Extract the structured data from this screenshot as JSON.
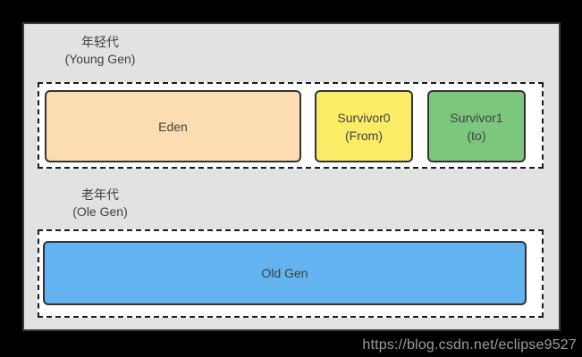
{
  "young_gen": {
    "title_line1": "年轻代",
    "title_line2": "(Young Gen)",
    "eden": {
      "label": "Eden"
    },
    "survivor0": {
      "line1": "Survivor0",
      "line2": "(From)"
    },
    "survivor1": {
      "line1": "Survivor1",
      "line2": "(to)"
    }
  },
  "old_gen": {
    "title_line1": "老年代",
    "title_line2": "(Ole Gen)",
    "box": {
      "label": "Old Gen"
    }
  },
  "watermark": {
    "text": "https://blog.csdn.net/eclipse9527"
  },
  "colors": {
    "background": "#000000",
    "panel_bg": "#E2E2E2",
    "panel_border": "#3C3C3C",
    "region_bg": "#FFFFFF",
    "dashed_border": "#1B1B1B",
    "box_border": "#333333",
    "eden_fill": "#FBDDB1",
    "survivor_from_fill": "#FAEC66",
    "survivor_to_fill": "#7CC77D",
    "old_gen_fill": "#62B3F0",
    "text": "#3F3F3F",
    "watermark_text": "#9C9C9C"
  }
}
